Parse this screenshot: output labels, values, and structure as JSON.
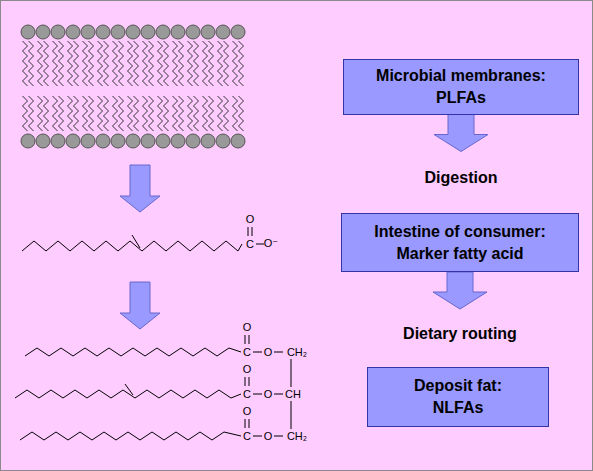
{
  "diagram": {
    "nodes": [
      {
        "text": [
          "Microbial membranes: PLFAs"
        ]
      },
      {
        "text": [
          "Intestine of consumer: Marker fatty acid"
        ]
      },
      {
        "text": [
          "Deposit fat: NLFAs"
        ]
      }
    ],
    "edges": [
      {
        "from": 0,
        "to": 1,
        "arrow": "to",
        "label": "Digestion"
      },
      {
        "from": 1,
        "to": 2,
        "arrow": "to",
        "label": "Dietary routing"
      }
    ],
    "labels": [
      "O",
      "C",
      "O⁻",
      "O",
      "C",
      "O",
      "CH₂",
      "O",
      "C",
      "O",
      "CH",
      "O",
      "C",
      "O",
      "CH₂"
    ]
  }
}
